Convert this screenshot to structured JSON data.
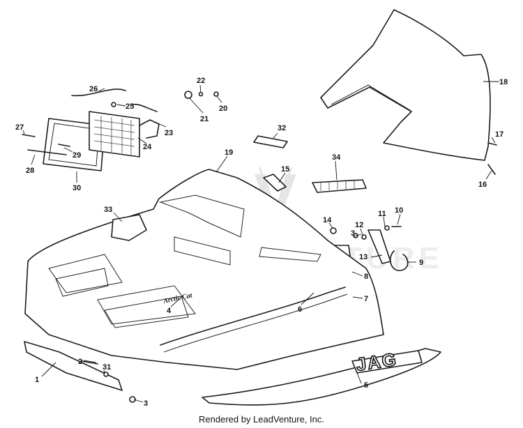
{
  "watermark": "LEADVENTURE",
  "footer": "Rendered by LeadVenture, Inc.",
  "decal_brand": "JAG",
  "callouts": [
    "1",
    "2",
    "3",
    "3",
    "4",
    "5",
    "6",
    "7",
    "8",
    "9",
    "10",
    "11",
    "12",
    "13",
    "14",
    "15",
    "16",
    "17",
    "18",
    "19",
    "20",
    "21",
    "22",
    "23",
    "24",
    "25",
    "26",
    "27",
    "28",
    "29",
    "30",
    "31",
    "32",
    "33",
    "34"
  ]
}
